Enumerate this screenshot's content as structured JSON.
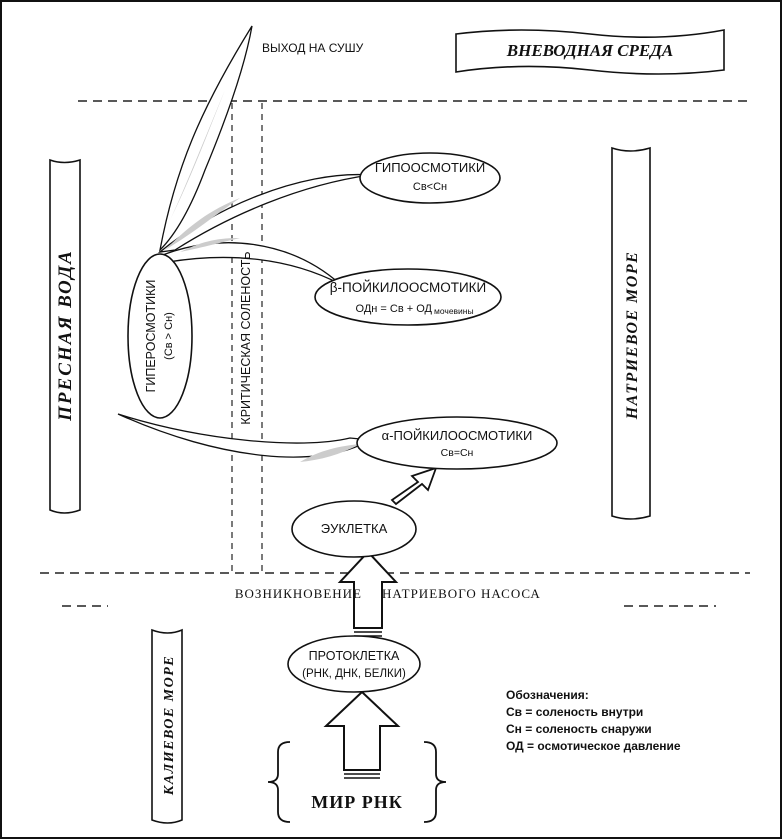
{
  "regions": {
    "non_aquatic": "ВНЕВОДНАЯ СРЕДА",
    "fresh_water": "ПРЕСНАЯ ВОДА",
    "sodium_sea": "НАТРИЕВОЕ МОРЕ",
    "potassium_sea": "КАЛИЕВОЕ МОРЕ",
    "rna_world": "МИР РНК"
  },
  "labels": {
    "land_exit": "ВЫХОД НА СУШУ",
    "critical_salinity": "КРИТИЧЕСКАЯ СОЛЕНОСТЬ",
    "pump_left": "ВОЗНИКНОВЕНИЕ",
    "pump_right": "НАТРИЕВОГО НАСОСА"
  },
  "nodes": {
    "hyperosmotic": {
      "title": "ГИПЕРОСМОТИКИ",
      "formula": "(Св > Сн)"
    },
    "hypoosmotic": {
      "title": "ГИПООСМОТИКИ",
      "formula": "Св<Сн"
    },
    "beta": {
      "title": "β-ПОЙКИЛООСМОТИКИ",
      "formula": "ОДн = Св + ОД",
      "formula_sub": "мочевины"
    },
    "alpha": {
      "title": "α-ПОЙКИЛООСМОТИКИ",
      "formula": "Св=Сн"
    },
    "eucell": {
      "title": "ЭУКЛЕТКА"
    },
    "protocell": {
      "title": "ПРОТОКЛЕТКА",
      "subtitle": "(РНК, ДНК, БЕЛКИ)"
    }
  },
  "legend": {
    "title": "Обозначения:",
    "items": [
      "Св = соленость внутри",
      "Сн = соленость снаружи",
      "ОД = осмотическое давление"
    ]
  }
}
